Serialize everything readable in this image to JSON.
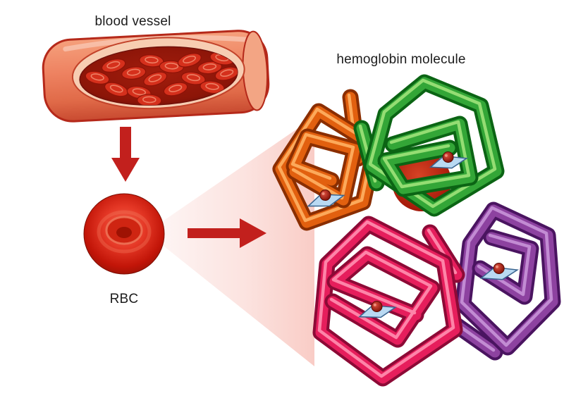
{
  "labels": {
    "blood_vessel": "blood vessel",
    "hemoglobin": "hemoglobin molecule",
    "rbc": "RBC"
  },
  "palette": {
    "background": "#ffffff",
    "vessel_wall": "#ee8566",
    "vessel_outline": "#b5291a",
    "vessel_lumen": "#8c1508",
    "red_blood_cell": "#d5301c",
    "arrow": "#c2201d",
    "zoom_cone": "#f08070",
    "subunit_orange": "#e2600f",
    "subunit_green": "#33a637",
    "subunit_pink": "#e61e5c",
    "subunit_purple": "#8d42a0",
    "heme_plate": "#b9d9f2",
    "heme_iron": "#9e1a0c"
  }
}
